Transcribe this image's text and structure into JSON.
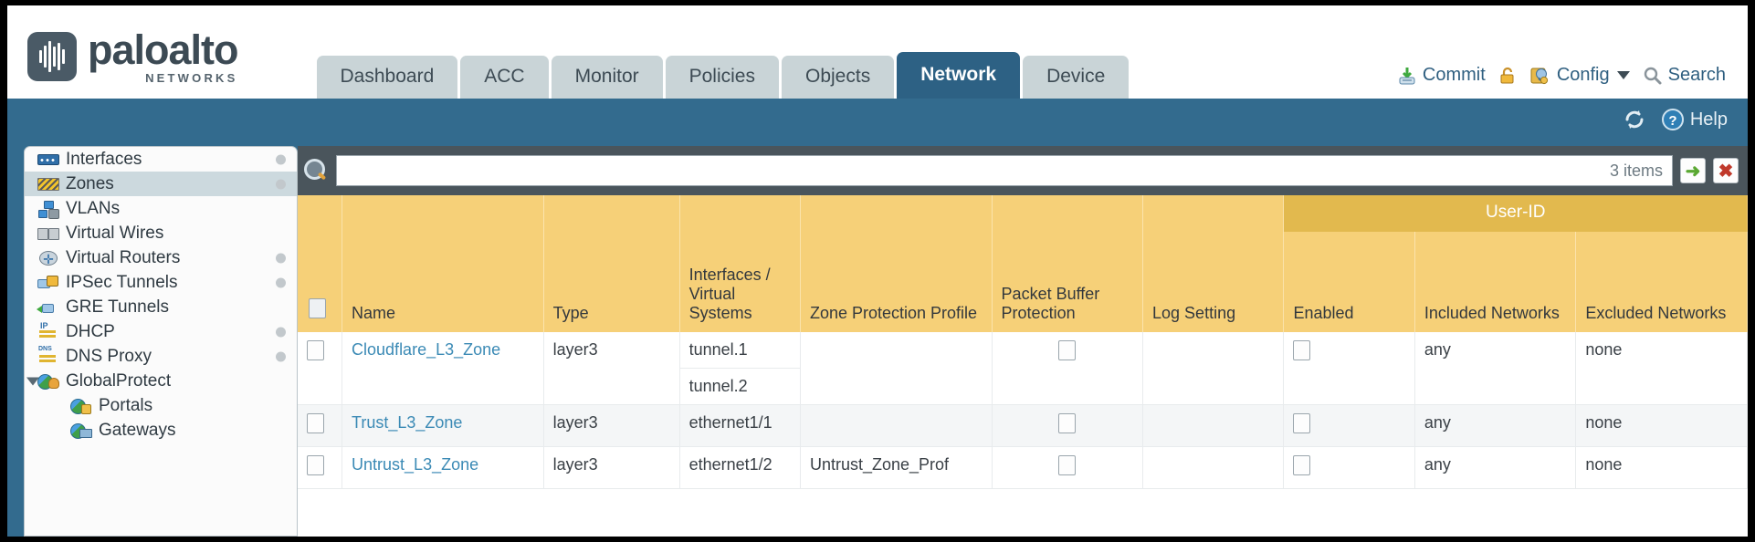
{
  "brand": {
    "name": "paloalto",
    "tagline": "NETWORKS",
    "registered": "®"
  },
  "nav": {
    "tabs": [
      {
        "label": "Dashboard",
        "active": false
      },
      {
        "label": "ACC",
        "active": false
      },
      {
        "label": "Monitor",
        "active": false
      },
      {
        "label": "Policies",
        "active": false
      },
      {
        "label": "Objects",
        "active": false
      },
      {
        "label": "Network",
        "active": true
      },
      {
        "label": "Device",
        "active": false
      }
    ]
  },
  "utils": {
    "commit": "Commit",
    "lock_icon": "lock-icon",
    "config": "Config",
    "search": "Search"
  },
  "bluebar": {
    "refresh_icon": "refresh-icon",
    "help": "Help"
  },
  "sidebar": {
    "items": [
      {
        "label": "Interfaces",
        "icon": "interfaces-icon",
        "bullet": true,
        "selected": false,
        "child": false,
        "expander": false
      },
      {
        "label": "Zones",
        "icon": "zones-icon",
        "bullet": true,
        "selected": true,
        "child": false,
        "expander": false
      },
      {
        "label": "VLANs",
        "icon": "vlans-icon",
        "bullet": false,
        "selected": false,
        "child": false,
        "expander": false
      },
      {
        "label": "Virtual Wires",
        "icon": "virtual-wires-icon",
        "bullet": false,
        "selected": false,
        "child": false,
        "expander": false
      },
      {
        "label": "Virtual Routers",
        "icon": "virtual-routers-icon",
        "bullet": true,
        "selected": false,
        "child": false,
        "expander": false
      },
      {
        "label": "IPSec Tunnels",
        "icon": "ipsec-tunnels-icon",
        "bullet": true,
        "selected": false,
        "child": false,
        "expander": false
      },
      {
        "label": "GRE Tunnels",
        "icon": "gre-tunnels-icon",
        "bullet": false,
        "selected": false,
        "child": false,
        "expander": false
      },
      {
        "label": "DHCP",
        "icon": "dhcp-icon",
        "bullet": true,
        "selected": false,
        "child": false,
        "expander": false
      },
      {
        "label": "DNS Proxy",
        "icon": "dns-proxy-icon",
        "bullet": true,
        "selected": false,
        "child": false,
        "expander": false
      },
      {
        "label": "GlobalProtect",
        "icon": "globalprotect-icon",
        "bullet": false,
        "selected": false,
        "child": false,
        "expander": true
      },
      {
        "label": "Portals",
        "icon": "portals-icon",
        "bullet": false,
        "selected": false,
        "child": true,
        "expander": false
      },
      {
        "label": "Gateways",
        "icon": "gateways-icon",
        "bullet": false,
        "selected": false,
        "child": true,
        "expander": false
      }
    ]
  },
  "search": {
    "value": "",
    "placeholder": "",
    "items_count": "3 items",
    "go_icon": "arrow-right-icon",
    "clear_icon": "close-icon"
  },
  "table": {
    "group_header": "User-ID",
    "columns": [
      "Name",
      "Type",
      "Interfaces / Virtual Systems",
      "Zone Protection Profile",
      "Packet Buffer Protection",
      "Log Setting",
      "Enabled",
      "Included Networks",
      "Excluded Networks"
    ],
    "rows": [
      {
        "name": "Cloudflare_L3_Zone",
        "type": "layer3",
        "interfaces": [
          "tunnel.1",
          "tunnel.2"
        ],
        "zone_protection_profile": "",
        "packet_buffer_protection": false,
        "log_setting": "",
        "user_id_enabled": false,
        "included_networks": "any",
        "excluded_networks": "none"
      },
      {
        "name": "Trust_L3_Zone",
        "type": "layer3",
        "interfaces": [
          "ethernet1/1"
        ],
        "zone_protection_profile": "",
        "packet_buffer_protection": false,
        "log_setting": "",
        "user_id_enabled": false,
        "included_networks": "any",
        "excluded_networks": "none"
      },
      {
        "name": "Untrust_L3_Zone",
        "type": "layer3",
        "interfaces": [
          "ethernet1/2"
        ],
        "zone_protection_profile": "Untrust_Zone_Prof",
        "packet_buffer_protection": false,
        "log_setting": "",
        "user_id_enabled": false,
        "included_networks": "any",
        "excluded_networks": "none"
      }
    ]
  },
  "colors": {
    "header_amber": "#f6d078",
    "group_amber": "#e2b94e",
    "active_tab_blue": "#2d6184",
    "chrome_blue": "#336b8e",
    "link_blue": "#3b8ab5"
  }
}
